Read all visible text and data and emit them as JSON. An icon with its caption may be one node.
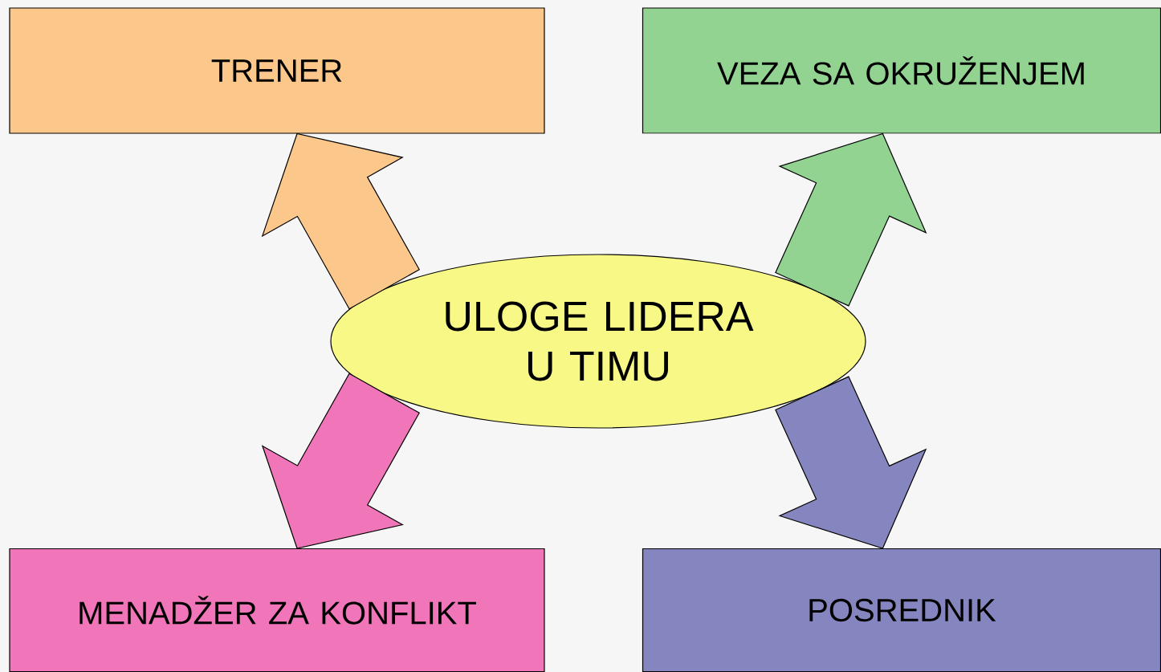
{
  "diagram": {
    "nodes": [
      {
        "text": [
          "TRENER"
        ]
      },
      {
        "text": [
          "VEZA SA OKRUŽENJEM"
        ]
      },
      {
        "text": [
          "ULOGE LIDERA U TIMU"
        ]
      },
      {
        "text": [
          "MENADŽER ZA KONFLIKT"
        ]
      },
      {
        "text": [
          "POSREDNIK"
        ]
      }
    ],
    "edges": [
      {
        "from": 2,
        "to": 0,
        "arrow": "to",
        "color": "#fcc78a"
      },
      {
        "from": 2,
        "to": 1,
        "arrow": "to",
        "color": "#92d392"
      },
      {
        "from": 2,
        "to": 3,
        "arrow": "to",
        "color": "#f075b9"
      },
      {
        "from": 2,
        "to": 4,
        "arrow": "to",
        "color": "#8585bf"
      }
    ]
  }
}
